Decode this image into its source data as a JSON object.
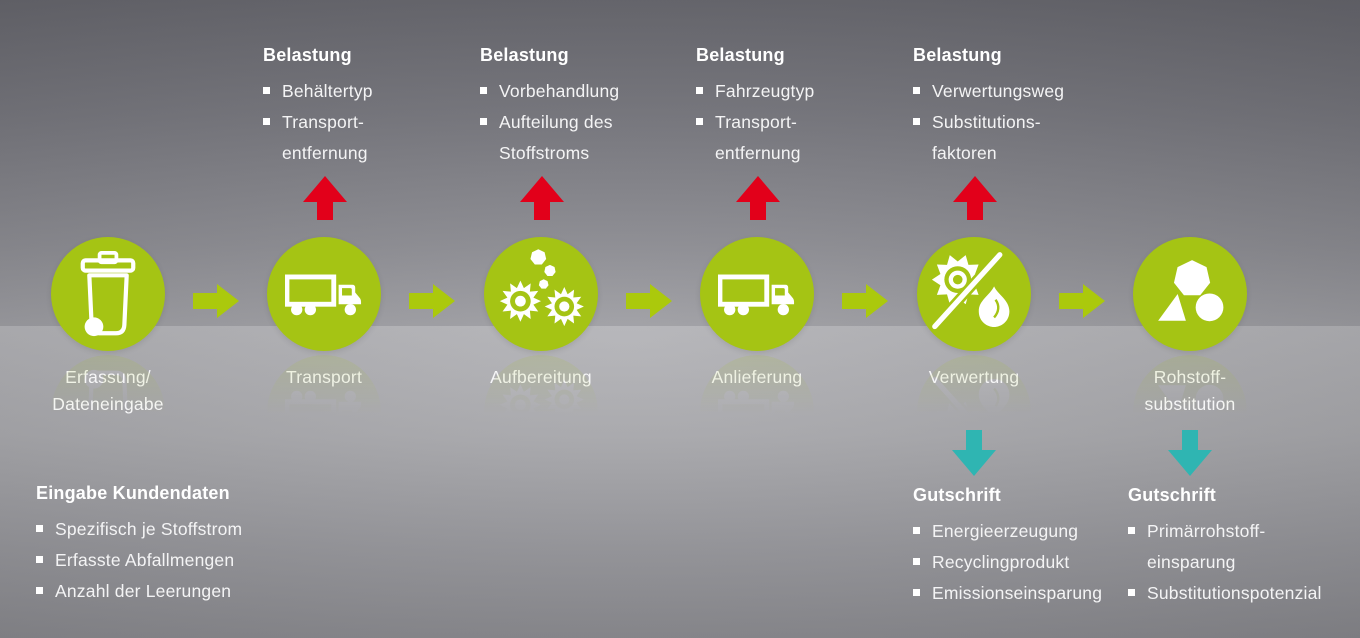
{
  "colors": {
    "green": "#a5c414",
    "arrow_green": "#abc90c",
    "red": "#e2001a",
    "teal": "#2fb5b2",
    "white": "#ffffff"
  },
  "process": {
    "steps": [
      {
        "label": "Erfassung/\nDateneingabe",
        "icon": "waste-bin"
      },
      {
        "label": "Transport",
        "icon": "truck"
      },
      {
        "label": "Aufbereitung",
        "icon": "gears"
      },
      {
        "label": "Anlieferung",
        "icon": "truck"
      },
      {
        "label": "Verwertung",
        "icon": "sun-and-flame"
      },
      {
        "label": "Rohstoff-\nsubstitution",
        "icon": "raw-material-shapes"
      }
    ]
  },
  "belastung_blocks": [
    {
      "title": "Belastung",
      "items": [
        "Behältertyp",
        "Transport-\nentfernung"
      ]
    },
    {
      "title": "Belastung",
      "items": [
        "Vorbehandlung",
        "Aufteilung des\nStoffstroms"
      ]
    },
    {
      "title": "Belastung",
      "items": [
        "Fahrzeugtyp",
        "Transport-\nentfernung"
      ]
    },
    {
      "title": "Belastung",
      "items": [
        "Verwertungsweg",
        "Substitutions-\nfaktoren"
      ]
    }
  ],
  "gutschrift_blocks": [
    {
      "title": "Gutschrift",
      "items": [
        "Energieerzeugung",
        "Recyclingprodukt",
        "Emissionseinsparung"
      ]
    },
    {
      "title": "Gutschrift",
      "items": [
        "Primärrohstoff-\neinsparung",
        "Substitutionspotenzial"
      ]
    }
  ],
  "kundendaten": {
    "title": "Eingabe Kundendaten",
    "items": [
      "Spezifisch je Stoffstrom",
      "Erfasste Abfallmengen",
      "Anzahl der Leerungen"
    ]
  }
}
